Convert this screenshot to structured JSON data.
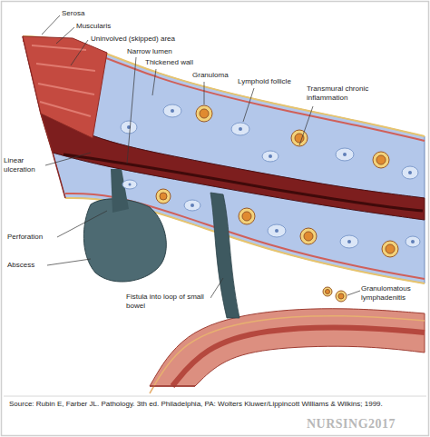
{
  "diagram": {
    "caption": "Source: Rubin E, Farber JL. Pathology. 3th ed. Philadelphia, PA: Wolters Kluwer/Lippincott Williams & Wilkins; 1999.",
    "labels": [
      "Serosa",
      "Muscularis",
      "Uninvolved (skipped) area",
      "Narrow lumen",
      "Thickened wall",
      "Granuloma",
      "Lymphoid follicle",
      "Transmural chronic inflammation",
      "Linear ulceration",
      "Perforation",
      "Abscess",
      "Fistula into loop of small bowel",
      "Granulomatous lymphadenitis",
      "NURSING2017"
    ]
  }
}
